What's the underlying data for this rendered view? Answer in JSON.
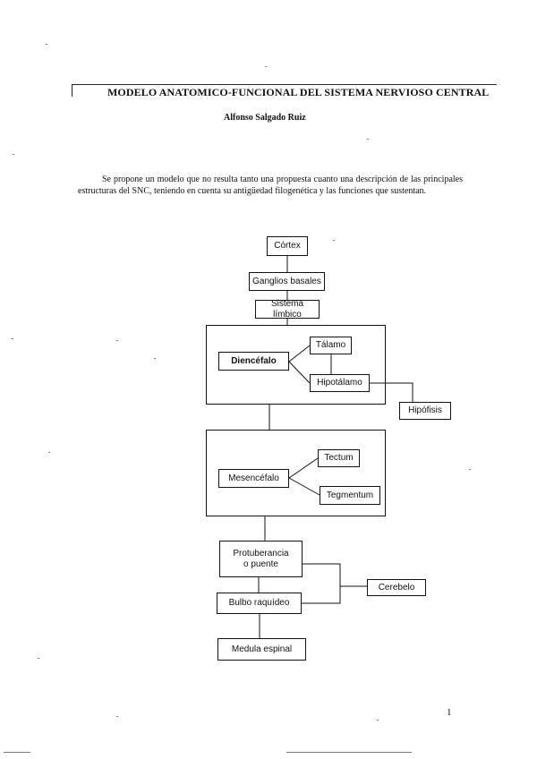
{
  "document": {
    "title": "MODELO ANATOMICO-FUNCIONAL DEL SISTEMA NERVIOSO CENTRAL",
    "author": "Alfonso Salgado Ruiz",
    "paragraph": "Se propone un modelo que no resulta tanto una propuesta cuanto una descripción de las principales estructuras del SNC, teniendo en cuenta su antigüedad filogenética y las funciones que sustentan.",
    "page_number": "1"
  },
  "diagram": {
    "cortex": "Córtex",
    "ganglios": "Ganglios basales",
    "limbico": "Sistema límbico",
    "diencefalo": "Diencéfalo",
    "talamo": "Tálamo",
    "hipotalamo": "Hipotálamo",
    "hipofisis": "Hipófisis",
    "mesencefalo": "Mesencéfalo",
    "tectum": "Tectum",
    "tegmentum": "Tegmentum",
    "protuberancia_line1": "Protuberancia",
    "protuberancia_line2": "o puente",
    "cerebelo": "Cerebelo",
    "bulbo": "Bulbo raquídeo",
    "medula": "Medula espinal"
  }
}
